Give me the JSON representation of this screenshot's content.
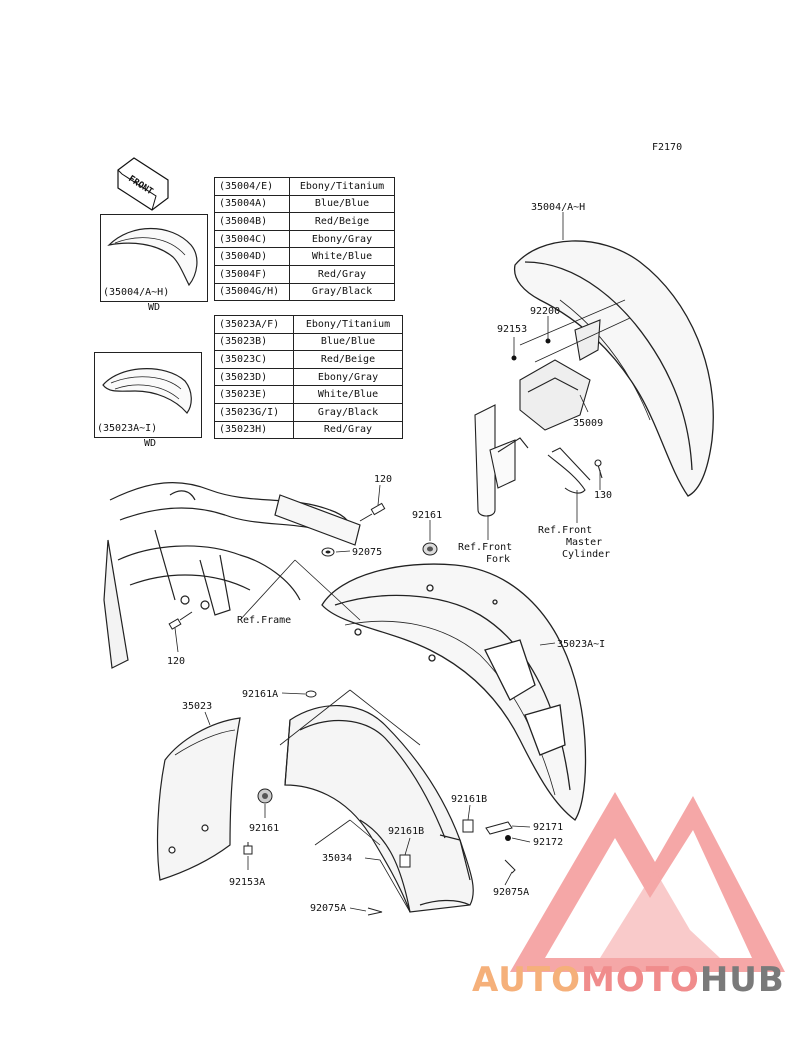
{
  "figure_code": "F2170",
  "front_badge": "FRONT",
  "table_front_fender": [
    {
      "code": "(35004/E)",
      "color": "Ebony/Titanium"
    },
    {
      "code": "(35004A)",
      "color": "Blue/Blue"
    },
    {
      "code": "(35004B)",
      "color": "Red/Beige"
    },
    {
      "code": "(35004C)",
      "color": "Ebony/Gray"
    },
    {
      "code": "(35004D)",
      "color": "White/Blue"
    },
    {
      "code": "(35004F)",
      "color": "Red/Gray"
    },
    {
      "code": "(35004G/H)",
      "color": "Gray/Black"
    }
  ],
  "table_rear_fender": [
    {
      "code": "(35023A/F)",
      "color": "Ebony/Titanium"
    },
    {
      "code": "(35023B)",
      "color": "Blue/Blue"
    },
    {
      "code": "(35023C)",
      "color": "Red/Beige"
    },
    {
      "code": "(35023D)",
      "color": "Ebony/Gray"
    },
    {
      "code": "(35023E)",
      "color": "White/Blue"
    },
    {
      "code": "(35023G/I)",
      "color": "Gray/Black"
    },
    {
      "code": "(35023H)",
      "color": "Red/Gray"
    }
  ],
  "inset1": {
    "label": "(35004/A~H)",
    "caption": "WD"
  },
  "inset2": {
    "label": "(35023A~I)",
    "caption": "WD"
  },
  "callouts": {
    "p35004": "35004/A~H",
    "p92200": "92200",
    "p92153": "92153",
    "p35009": "35009",
    "p130": "130",
    "ref_front_fork_1": "Ref.Front",
    "ref_front_fork_2": "Fork",
    "ref_master_1": "Ref.Front",
    "ref_master_2": "Master",
    "ref_master_3": "Cylinder",
    "p120_top": "120",
    "p92161": "92161",
    "p92075": "92075",
    "ref_frame": "Ref.Frame",
    "p120_bottom": "120",
    "p35023A": "35023A~I",
    "p92161A": "92161A",
    "p35023": "35023",
    "p92161_low": "92161",
    "p92153A": "92153A",
    "p92161B_right": "92161B",
    "p92161B_mid": "92161B",
    "p92171": "92171",
    "p92172": "92172",
    "p35034": "35034",
    "p92075A_right": "92075A",
    "p92075A_left": "92075A"
  },
  "watermark": {
    "part1": "AUTO",
    "part2": "MOTO",
    "part3": "HUB"
  }
}
